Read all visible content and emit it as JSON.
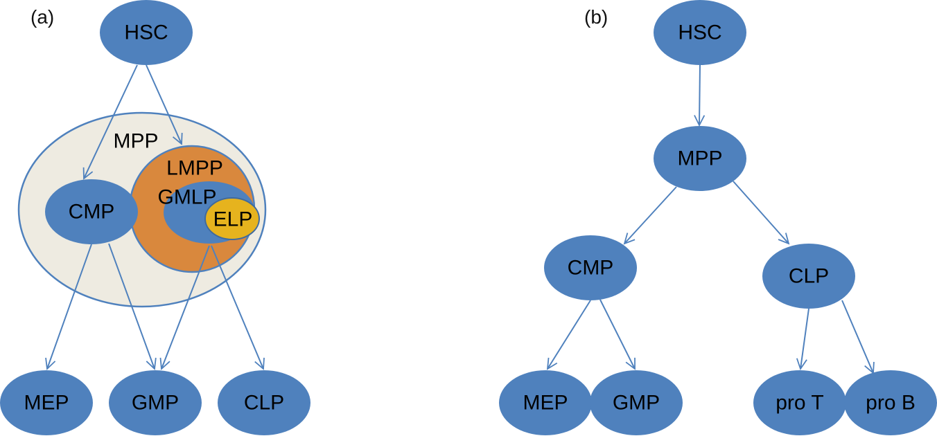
{
  "colors": {
    "node": "#4f81bd",
    "edge": "#4f81bd",
    "mpp_region": "#eeebe1",
    "lmpp_region": "#d9883d",
    "elp_region": "#e6b31e"
  },
  "panels": [
    {
      "id": "a",
      "label": "(a)",
      "nodes": {
        "hsc": "HSC",
        "mpp": "MPP",
        "lmpp": "LMPP",
        "gmlp": "GMLP",
        "elp": "ELP",
        "cmp": "CMP",
        "mep": "MEP",
        "gmp": "GMP",
        "clp": "CLP"
      },
      "edges": [
        [
          "HSC",
          "CMP"
        ],
        [
          "HSC",
          "LMPP"
        ],
        [
          "CMP",
          "MEP"
        ],
        [
          "CMP",
          "GMP"
        ],
        [
          "GMLP",
          "GMP"
        ],
        [
          "GMLP",
          "CLP"
        ]
      ]
    },
    {
      "id": "b",
      "label": "(b)",
      "nodes": {
        "hsc": "HSC",
        "mpp": "MPP",
        "cmp": "CMP",
        "clp": "CLP",
        "mep": "MEP",
        "gmp": "GMP",
        "prot": "pro T",
        "prob": "pro B"
      },
      "edges": [
        [
          "HSC",
          "MPP"
        ],
        [
          "MPP",
          "CMP"
        ],
        [
          "MPP",
          "CLP"
        ],
        [
          "CMP",
          "MEP"
        ],
        [
          "CMP",
          "GMP"
        ],
        [
          "CLP",
          "pro T"
        ],
        [
          "CLP",
          "pro B"
        ]
      ]
    }
  ]
}
